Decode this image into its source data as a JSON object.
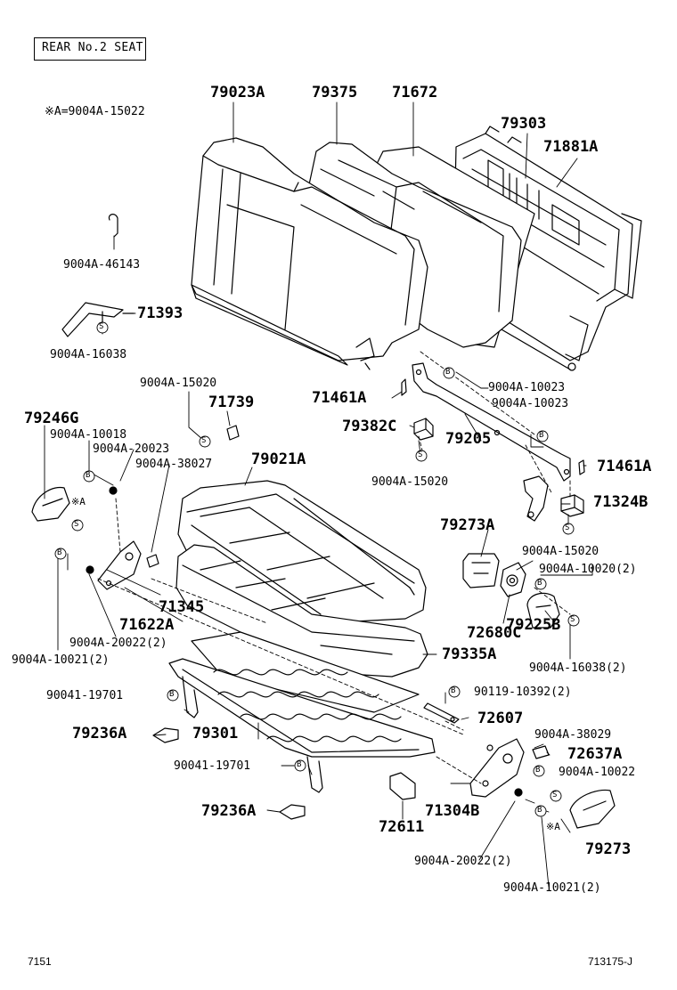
{
  "diagram": {
    "title": "REAR No.2 SEAT",
    "footer_left": "7151",
    "footer_right": "713175-J",
    "note": "※A=9004A-15022",
    "parts": {
      "p79023A": "79023A",
      "p79375": "79375",
      "p71672": "71672",
      "p79303": "79303",
      "p71881A": "71881A",
      "p46143": "9004A-46143",
      "p71393": "71393",
      "p16038a": "9004A-16038",
      "p15020a": "9004A-15020",
      "p71739": "71739",
      "p71461Aa": "71461A",
      "p10023a": "9004A-10023",
      "p10023b": "9004A-10023",
      "p79382C": "79382C",
      "p79205": "79205",
      "p71461Ab": "71461A",
      "p79246G": "79246G",
      "p10018": "9004A-10018",
      "p20023": "9004A-20023",
      "p38027": "9004A-38027",
      "p79021A": "79021A",
      "p15020b": "9004A-15020",
      "p71324B": "71324B",
      "p79273A": "79273A",
      "p15020c": "9004A-15020",
      "p10020": "9004A-10020(2)",
      "p71345": "71345",
      "p71622A": "71622A",
      "p20022a": "9004A-20022(2)",
      "p10021a": "9004A-10021(2)",
      "p72680C": "72680C",
      "p79225B": "79225B",
      "p79335A": "79335A",
      "p16038b": "9004A-16038(2)",
      "p19701a": "90041-19701",
      "p10392": "90119-10392(2)",
      "p79236Aa": "79236A",
      "p79301": "79301",
      "p72607": "72607",
      "p38029": "9004A-38029",
      "p72637A": "72637A",
      "p19701b": "90041-19701",
      "p10022": "9004A-10022",
      "p79236Ab": "79236A",
      "p72611": "72611",
      "p71304B": "71304B",
      "p79273": "79273",
      "p20022b": "9004A-20022(2)",
      "p10021b": "9004A-10021(2)",
      "markS": "S",
      "markB": "B",
      "markA": "※A"
    }
  }
}
